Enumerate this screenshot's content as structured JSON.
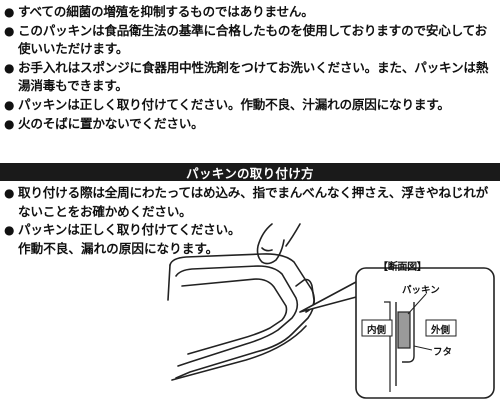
{
  "notes": [
    "すべての細菌の増殖を抑制するものではありません。",
    "このパッキンは食品衛生法の基準に合格したものを使用しておりますので安心してお使いいただけます。",
    "お手入れはスポンジに食器用中性洗剤をつけてお洗いください。また、パッキンは熱湯消毒もできます。",
    "パッキンは正しく取り付けてください。作動不良、汁漏れの原因になります。",
    "火のそばに置かないでください。"
  ],
  "bullet_glyph": "●",
  "banner_title": "パッキンの取り付け方",
  "steps": [
    "取り付ける際は全周にわたってはめ込み、指でまんべんなく押さえ、浮きやねじれがないことをお確かめください。",
    "パッキンは正しく取り付けてください。"
  ],
  "steps_continuation": "作動不良、漏れの原因になります。",
  "cross_section": {
    "title": "【断面図】",
    "packing_label": "パッキン",
    "inside_label": "内側",
    "outside_label": "外側",
    "lid_label": "フタ"
  },
  "colors": {
    "banner_bg": "#1a1a1a",
    "packing_fill": "#9a9a9a",
    "ink": "#111111"
  }
}
